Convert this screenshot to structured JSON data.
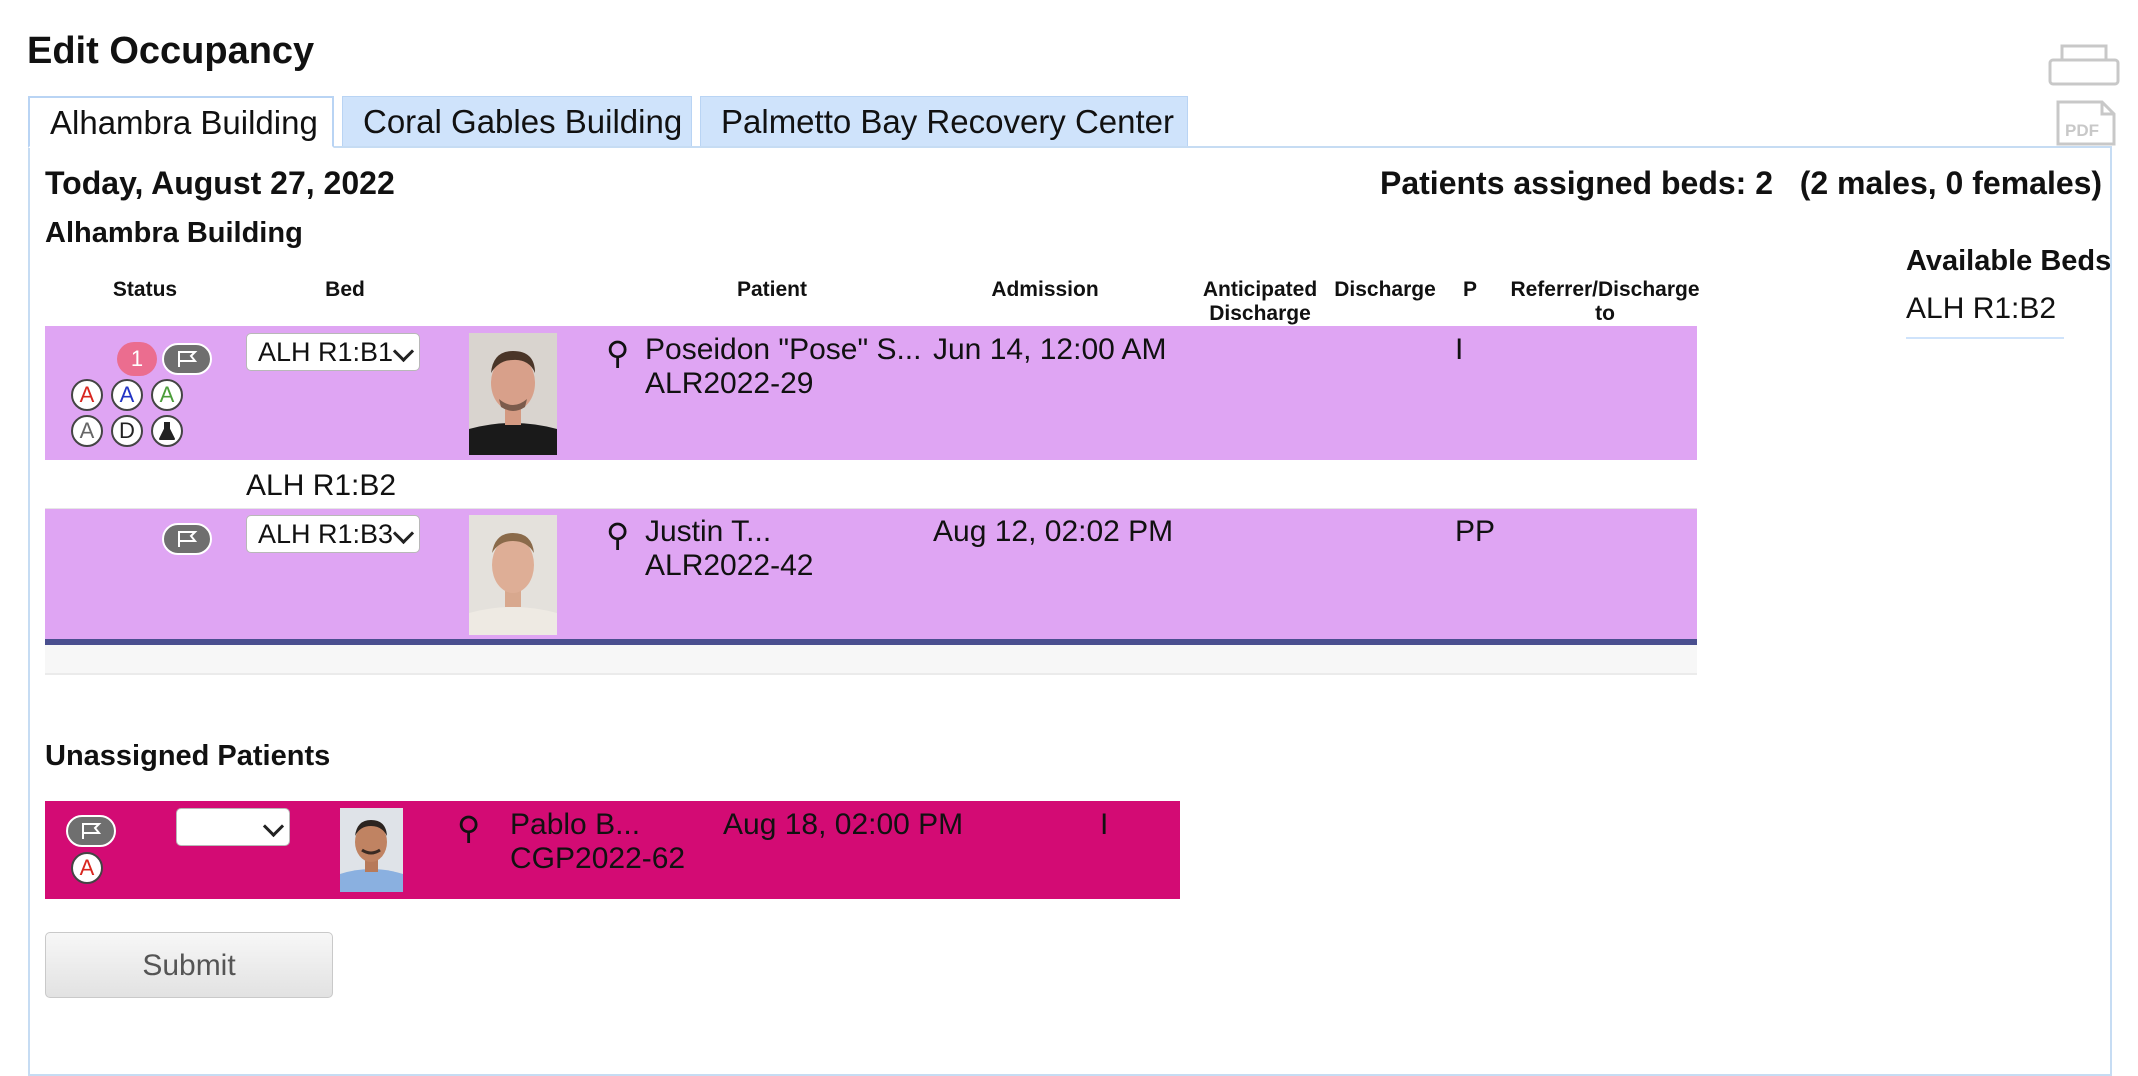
{
  "page_title": "Edit Occupancy",
  "tabs": [
    {
      "label": "Alhambra Building",
      "active": true
    },
    {
      "label": "Coral Gables Building",
      "active": false
    },
    {
      "label": "Palmetto Bay Recovery Center",
      "active": false
    }
  ],
  "date_line": "Today, August 27, 2022",
  "summary": "Patients assigned beds: 2   (2 males, 0 females)",
  "building_name": "Alhambra Building",
  "table_headers": {
    "status": "Status",
    "bed": "Bed",
    "patient": "Patient",
    "admission": "Admission",
    "anticipated_discharge": [
      "Anticipated",
      "Discharge"
    ],
    "discharge": "Discharge",
    "p": "P",
    "referrer": [
      "Referrer/Discharge",
      "to"
    ]
  },
  "rows": [
    {
      "status_count": "1",
      "badges": [
        "A",
        "A",
        "A",
        "A",
        "D"
      ],
      "bed": "ALH R1:B1",
      "gender_symbol": "⚲",
      "patient_name": "Poseidon \"Pose\" S...",
      "patient_id": "ALR2022-29",
      "admission": "Jun 14, 12:00 AM",
      "p": "I"
    },
    {
      "bed": "ALH R1:B3",
      "gender_symbol": "⚲",
      "patient_name": "Justin T...",
      "patient_id": "ALR2022-42",
      "admission": "Aug 12, 02:02 PM",
      "p": "PP"
    }
  ],
  "empty_bed": "ALH R1:B2",
  "available_beds": {
    "title": "Available Beds",
    "items": [
      "ALH R1:B2"
    ]
  },
  "unassigned": {
    "title": "Unassigned Patients",
    "rows": [
      {
        "badge": "A",
        "bed": "",
        "gender_symbol": "⚲",
        "patient_name": "Pablo B...",
        "patient_id": "CGP2022-62",
        "admission": "Aug 18, 02:00 PM",
        "p": "I"
      }
    ]
  },
  "submit_label": "Submit",
  "icons": [
    "printer-icon",
    "pdf-icon",
    "flag-icon",
    "lab-flask-icon"
  ],
  "colors": {
    "assigned_row": "#dfa5f3",
    "unassigned_row": "#d30b74",
    "tab_inactive": "#cfe3fb",
    "count_badge": "#eb6d8f",
    "badge_red": "#d8261f",
    "badge_blue": "#2234c4",
    "badge_green": "#4c9d3a"
  }
}
